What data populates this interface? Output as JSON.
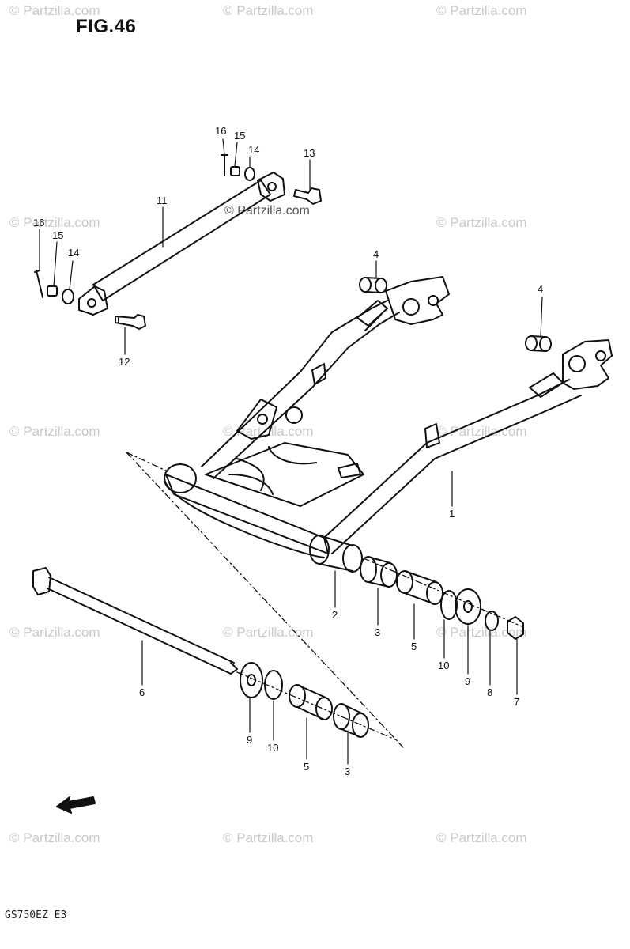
{
  "figure": {
    "title": "FIG.46",
    "model_code": "GS750EZ  E3"
  },
  "watermark": {
    "text": "© Partzilla.com"
  },
  "callouts": [
    {
      "id": "c16a",
      "label": "16"
    },
    {
      "id": "c15a",
      "label": "15"
    },
    {
      "id": "c14a",
      "label": "14"
    },
    {
      "id": "c13",
      "label": "13"
    },
    {
      "id": "c11",
      "label": "11"
    },
    {
      "id": "c16b",
      "label": "16"
    },
    {
      "id": "c15b",
      "label": "15"
    },
    {
      "id": "c14b",
      "label": "14"
    },
    {
      "id": "c12",
      "label": "12"
    },
    {
      "id": "c4a",
      "label": "4"
    },
    {
      "id": "c4b",
      "label": "4"
    },
    {
      "id": "c1",
      "label": "1"
    },
    {
      "id": "c2",
      "label": "2"
    },
    {
      "id": "c3a",
      "label": "3"
    },
    {
      "id": "c5a",
      "label": "5"
    },
    {
      "id": "c10a",
      "label": "10"
    },
    {
      "id": "c9a",
      "label": "9"
    },
    {
      "id": "c8",
      "label": "8"
    },
    {
      "id": "c7",
      "label": "7"
    },
    {
      "id": "c6",
      "label": "6"
    },
    {
      "id": "c9b",
      "label": "9"
    },
    {
      "id": "c10b",
      "label": "10"
    },
    {
      "id": "c5b",
      "label": "5"
    },
    {
      "id": "c3b",
      "label": "3"
    }
  ]
}
